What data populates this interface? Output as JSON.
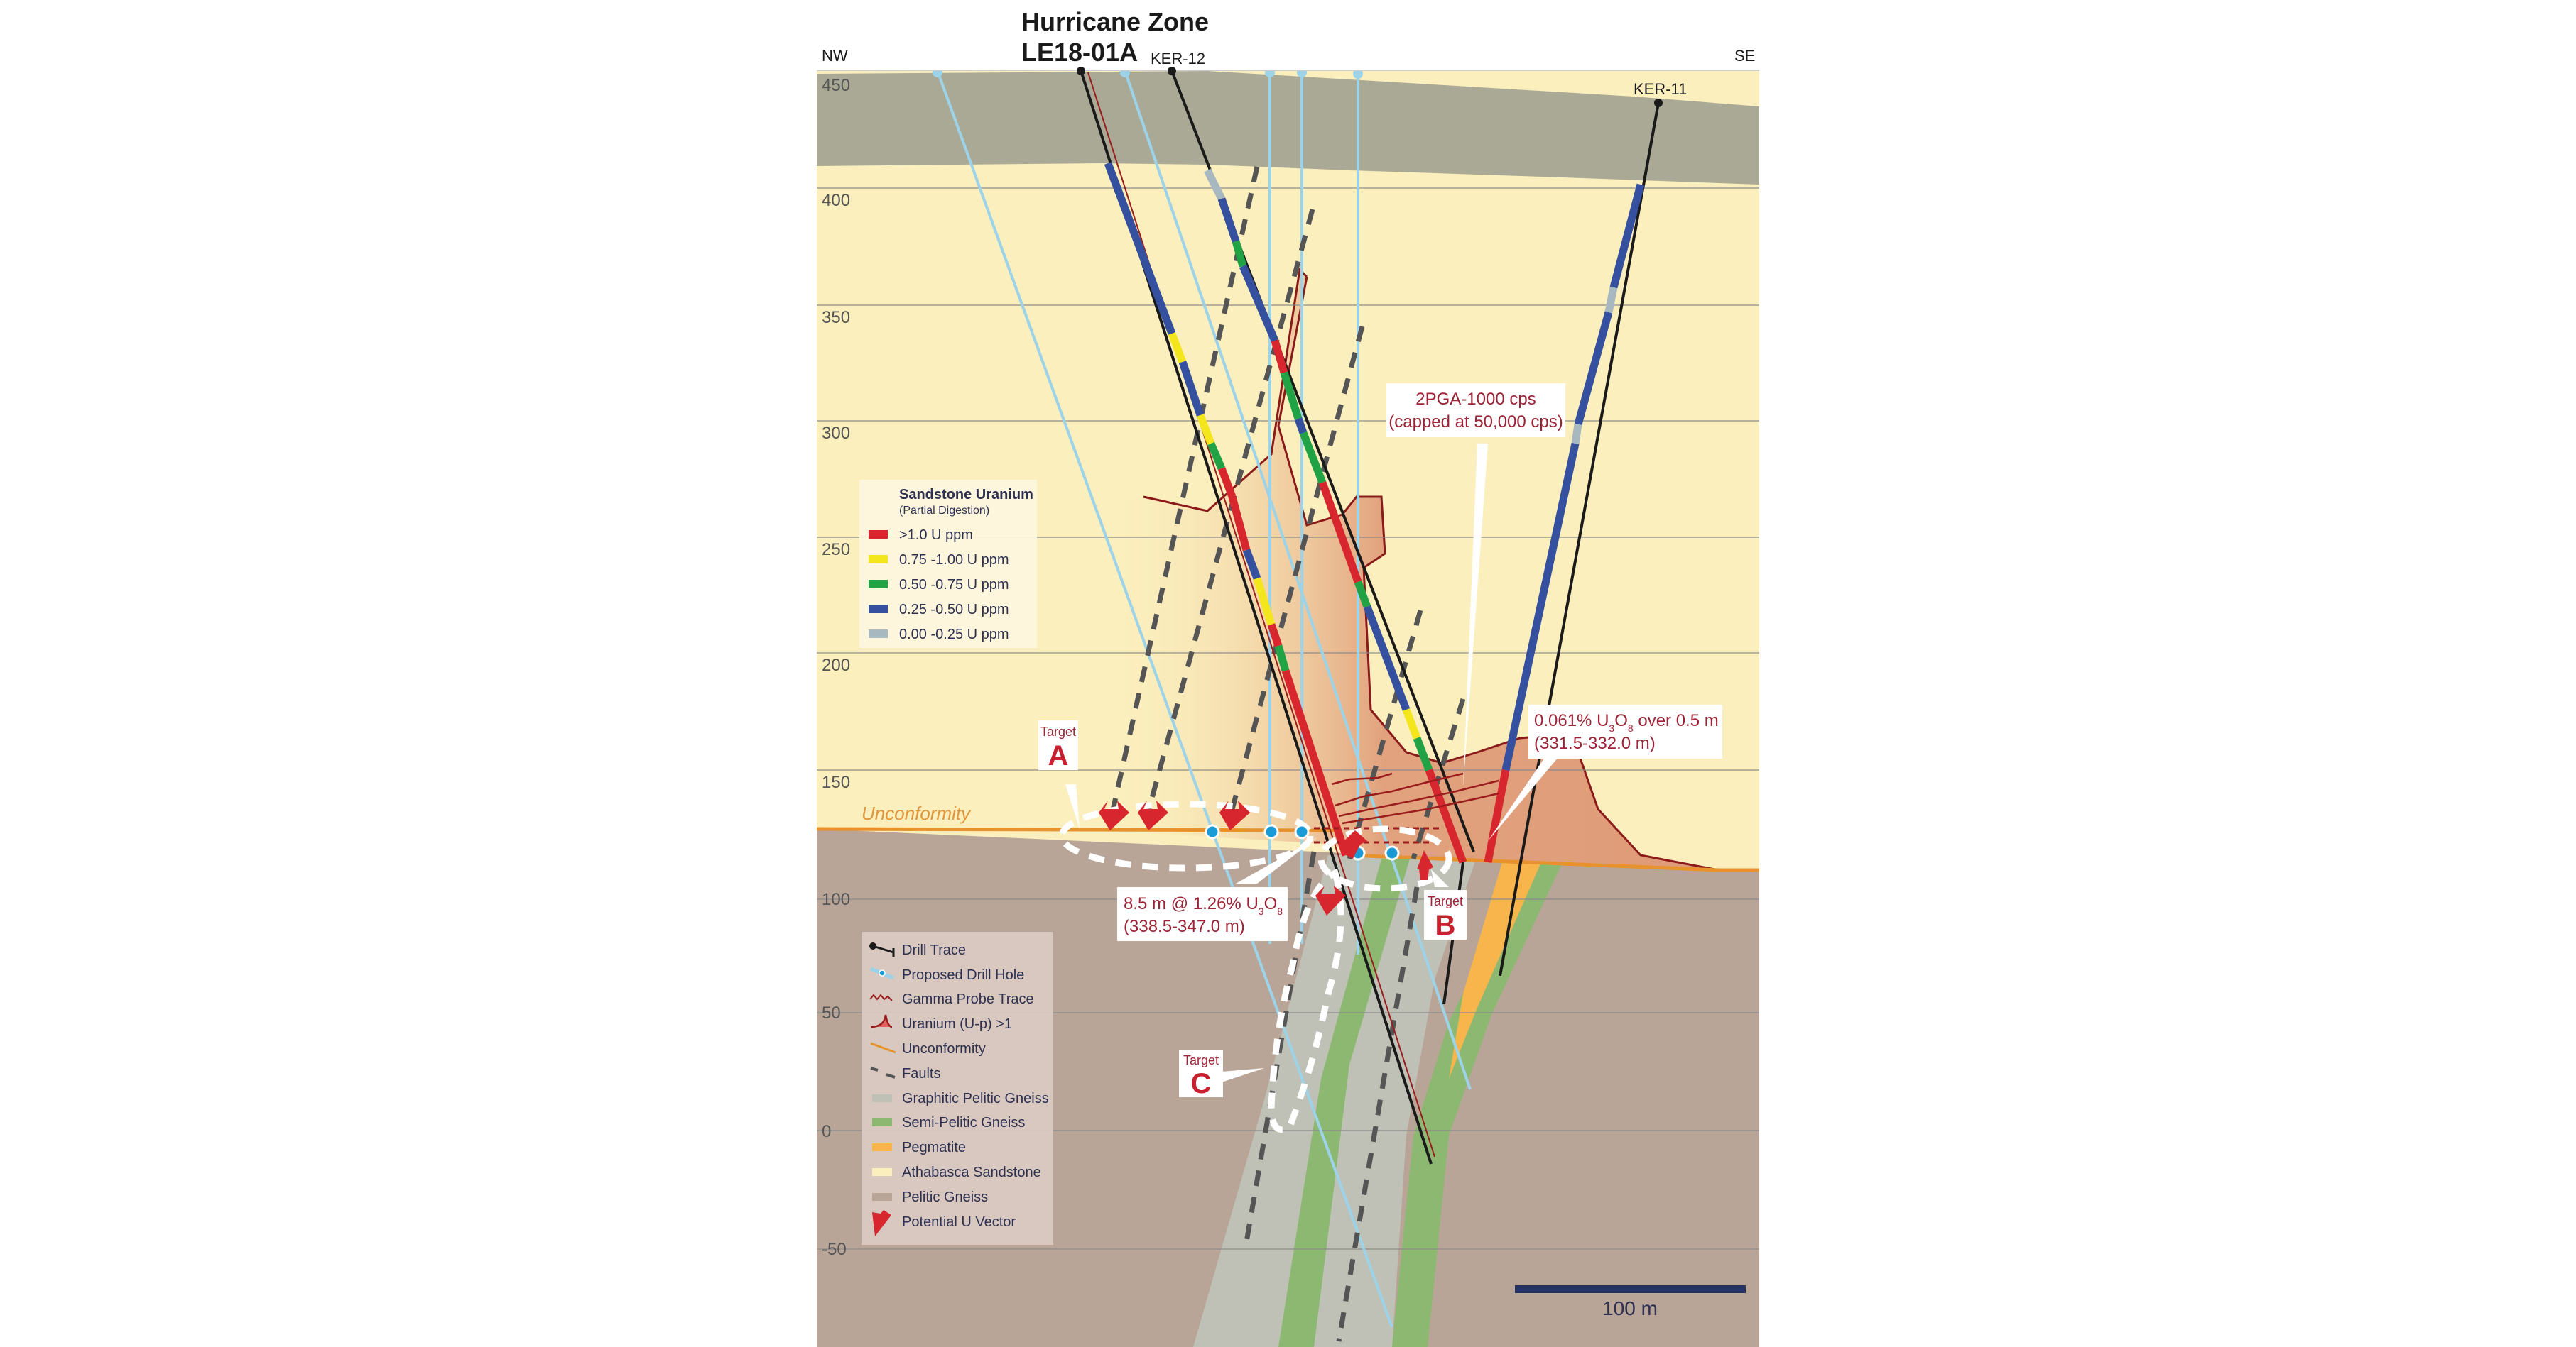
{
  "title": {
    "line1": "Hurricane Zone",
    "line2": "LE18-01A"
  },
  "orientation": {
    "left": "NW",
    "right": "SE"
  },
  "drill_holes": {
    "ker12": "KER-12",
    "ker11": "KER-11"
  },
  "y_axis": {
    "ticks": [
      "450",
      "400",
      "350",
      "300",
      "250",
      "200",
      "150",
      "100",
      "50",
      "0",
      "-50"
    ]
  },
  "unconformity_label": "Unconformity",
  "sandstone_legend": {
    "title": "Sandstone Uranium",
    "subtitle": "(Partial Digestion)",
    "items": [
      {
        "label": ">1.0 U ppm",
        "color": "#d7262e"
      },
      {
        "label": "0.75 -1.00 U ppm",
        "color": "#f3e61c"
      },
      {
        "label": "0.50 -0.75 U ppm",
        "color": "#21a345"
      },
      {
        "label": "0.25 -0.50 U ppm",
        "color": "#34509e"
      },
      {
        "label": "0.00 -0.25 U ppm",
        "color": "#a8b8c0"
      }
    ]
  },
  "main_legend": {
    "items": [
      {
        "label": "Drill Trace",
        "icon": "drill-trace-icon"
      },
      {
        "label": "Proposed Drill Hole",
        "icon": "proposed-drill-hole-icon"
      },
      {
        "label": "Gamma Probe Trace",
        "icon": "gamma-probe-icon"
      },
      {
        "label": "Uranium (U-p) >1",
        "icon": "uranium-peak-icon"
      },
      {
        "label": "Unconformity",
        "icon": "unconformity-line-icon"
      },
      {
        "label": "Faults",
        "icon": "fault-dash-icon"
      },
      {
        "label": "Graphitic Pelitic Gneiss",
        "color": "#bfc1b6"
      },
      {
        "label": "Semi-Pelitic Gneiss",
        "color": "#8db872"
      },
      {
        "label": "Pegmatite",
        "color": "#f7b54c"
      },
      {
        "label": "Athabasca Sandstone",
        "color": "#fbefbd"
      },
      {
        "label": "Pelitic Gneiss",
        "color": "#b9a597"
      },
      {
        "label": "Potential U Vector",
        "icon": "red-arrow-icon"
      }
    ]
  },
  "callouts": {
    "pga": {
      "line1": "2PGA-1000 cps",
      "line2": "(capped at 50,000 cps)"
    },
    "ker11_result": {
      "line1_a": "0.061% U",
      "sub1": "3",
      "line1_b": "O",
      "sub2": "8",
      "line1_c": " over 0.5 m",
      "line2": "(331.5-332.0 m)"
    },
    "le18_result": {
      "line1_a": "8.5 m @ 1.26% U",
      "sub1": "3",
      "line1_b": "O",
      "sub2": "8",
      "line2": "(338.5-347.0 m)"
    }
  },
  "targets": [
    {
      "word": "Target",
      "letter": "A"
    },
    {
      "word": "Target",
      "letter": "B"
    },
    {
      "word": "Target",
      "letter": "C"
    }
  ],
  "scale_bar": {
    "label": "100 m"
  },
  "colors": {
    "overburden": "#aaa995",
    "sandstone": "#fbefbd",
    "pelitic_gneiss": "#b9a597",
    "graphitic_gneiss": "#bfc1b6",
    "semi_pelitic": "#8db872",
    "pegmatite": "#f7b54c",
    "alteration": "#df9a77",
    "unconformity": "#e8922e",
    "proposed_hole": "#9dd3e8",
    "target_red": "#c8202f"
  }
}
